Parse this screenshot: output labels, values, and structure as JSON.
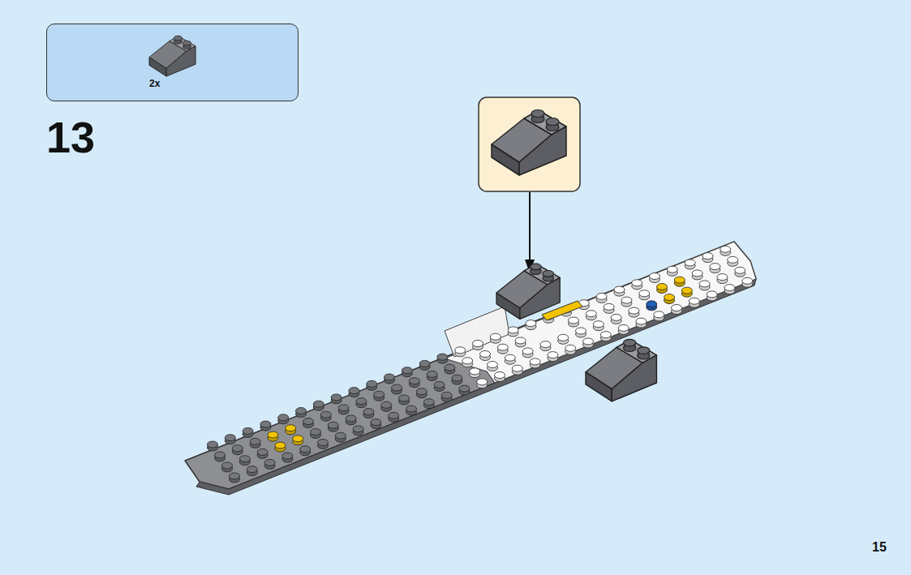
{
  "diagram": {
    "nodes": [
      {
        "text": [
          "2x"
        ]
      }
    ],
    "labels": [
      "13",
      "15"
    ]
  }
}
